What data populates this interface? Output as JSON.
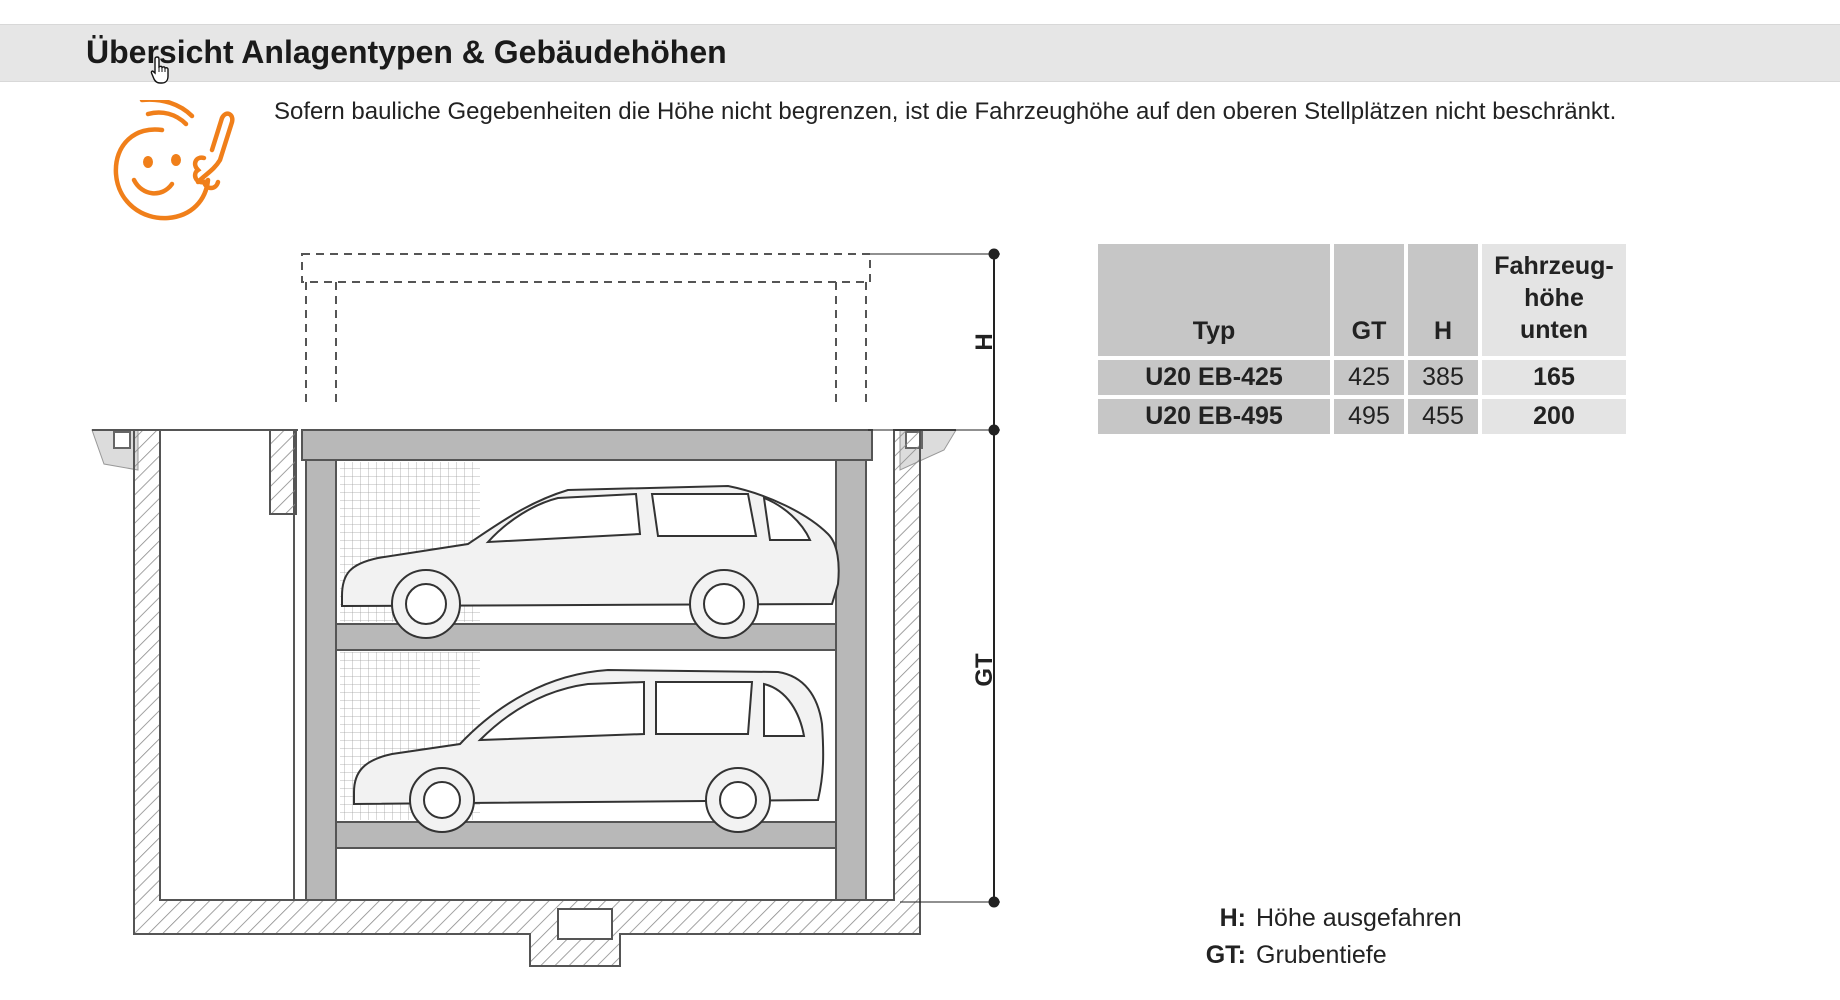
{
  "header": {
    "title": "Übersicht Anlagentypen & Gebäudehöhen"
  },
  "intro": {
    "text": "Sofern bauliche Gegebenheiten die Höhe nicht begrenzen, ist die Fahrzeughöhe auf den oberen Stellplätzen nicht beschränkt.",
    "mascot_icon": "smiley-pointing-finger-icon",
    "accent_color": "#f07f1a"
  },
  "diagram": {
    "label_h": "H",
    "label_gt": "GT"
  },
  "table": {
    "headers": {
      "typ": "Typ",
      "gt": "GT",
      "h": "H",
      "fahrzeug_line1": "Fahrzeug-",
      "fahrzeug_line2": "höhe",
      "fahrzeug_line3": "unten"
    },
    "rows": [
      {
        "typ": "U20 EB-425",
        "gt": "425",
        "h": "385",
        "fahrzeughoehe": "165"
      },
      {
        "typ": "U20 EB-495",
        "gt": "495",
        "h": "455",
        "fahrzeughoehe": "200"
      }
    ]
  },
  "legend": [
    {
      "key": "H:",
      "text": "Höhe ausgefahren"
    },
    {
      "key": "GT:",
      "text": "Grubentiefe"
    }
  ]
}
